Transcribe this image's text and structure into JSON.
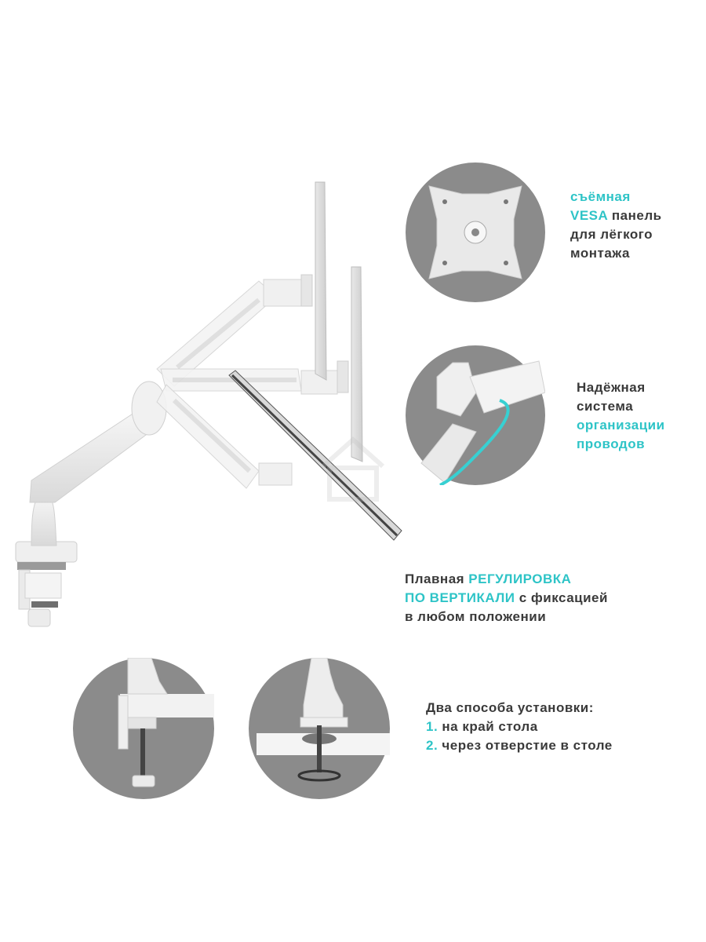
{
  "colors": {
    "accent": "#2ec4c7",
    "text": "#3a3a3a",
    "circle_bg": "#8b8b8b",
    "product": "#eeeeee"
  },
  "features": {
    "vesa": {
      "line1": "съёмная",
      "line2_accent": "VESA",
      "line2_rest": " панель",
      "line3": "для лёгкого",
      "line4": "монтажа"
    },
    "cables": {
      "line1": "Надёжная",
      "line2": "система",
      "line3": "организации",
      "line4": "проводов"
    },
    "adjust": {
      "line1_start": "Плавная ",
      "line1_accent": "РЕГУЛИРОВКА",
      "line2_accent": "ПО ВЕРТИКАЛИ",
      "line2_rest": " с фиксацией",
      "line3": "в любом положении"
    },
    "install": {
      "title": "Два способа установки:",
      "item1_num": "1.",
      "item1_text": " на край стола",
      "item2_num": "2.",
      "item2_text": " через отверстие в столе"
    }
  },
  "icons": [
    "vesa-plate-icon",
    "cable-channel-icon",
    "edge-clamp-icon",
    "grommet-mount-icon",
    "monitor-arm-illustration"
  ]
}
